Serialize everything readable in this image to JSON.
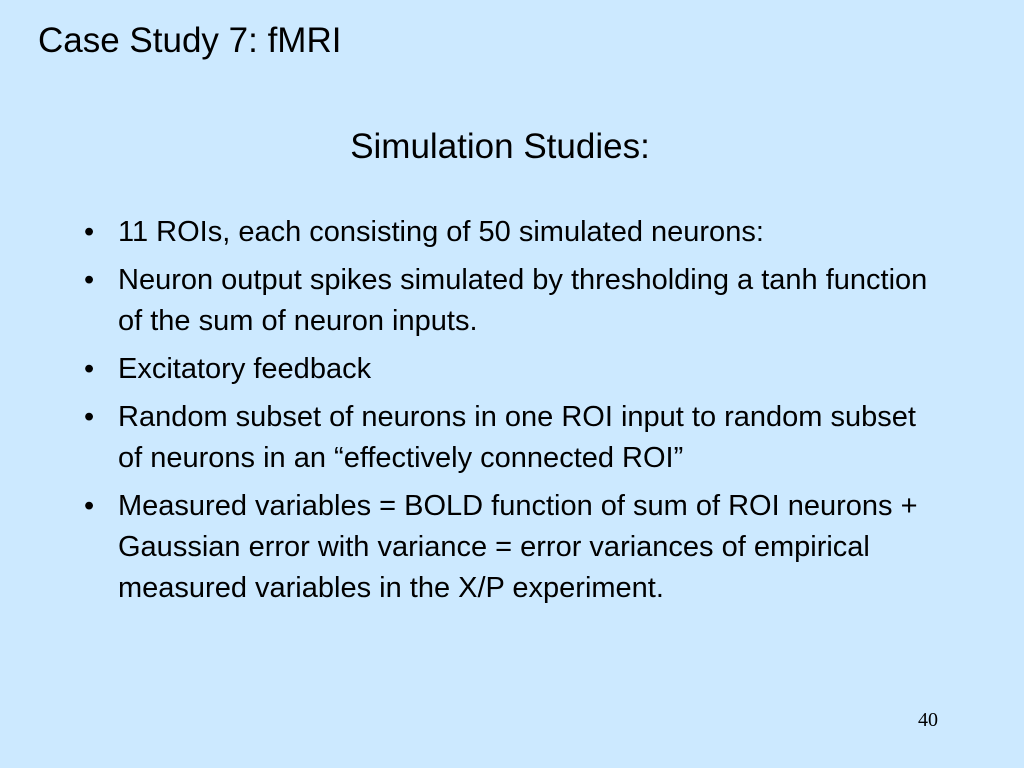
{
  "slide": {
    "title": "Case Study 7: fMRI",
    "subtitle": "Simulation Studies:",
    "bullet_symbol": "•",
    "bullets": [
      "11 ROIs, each consisting of 50 simulated neurons:",
      "Neuron output spikes simulated by thresholding a tanh function of the sum of neuron inputs.",
      "Excitatory feedback",
      "Random subset of neurons in one ROI input to random subset of neurons in an “effectively connected ROI”",
      "Measured variables = BOLD function of sum of ROI neurons + Gaussian error with variance = error variances of empirical measured variables in the X/P experiment."
    ],
    "page_number": "40"
  }
}
